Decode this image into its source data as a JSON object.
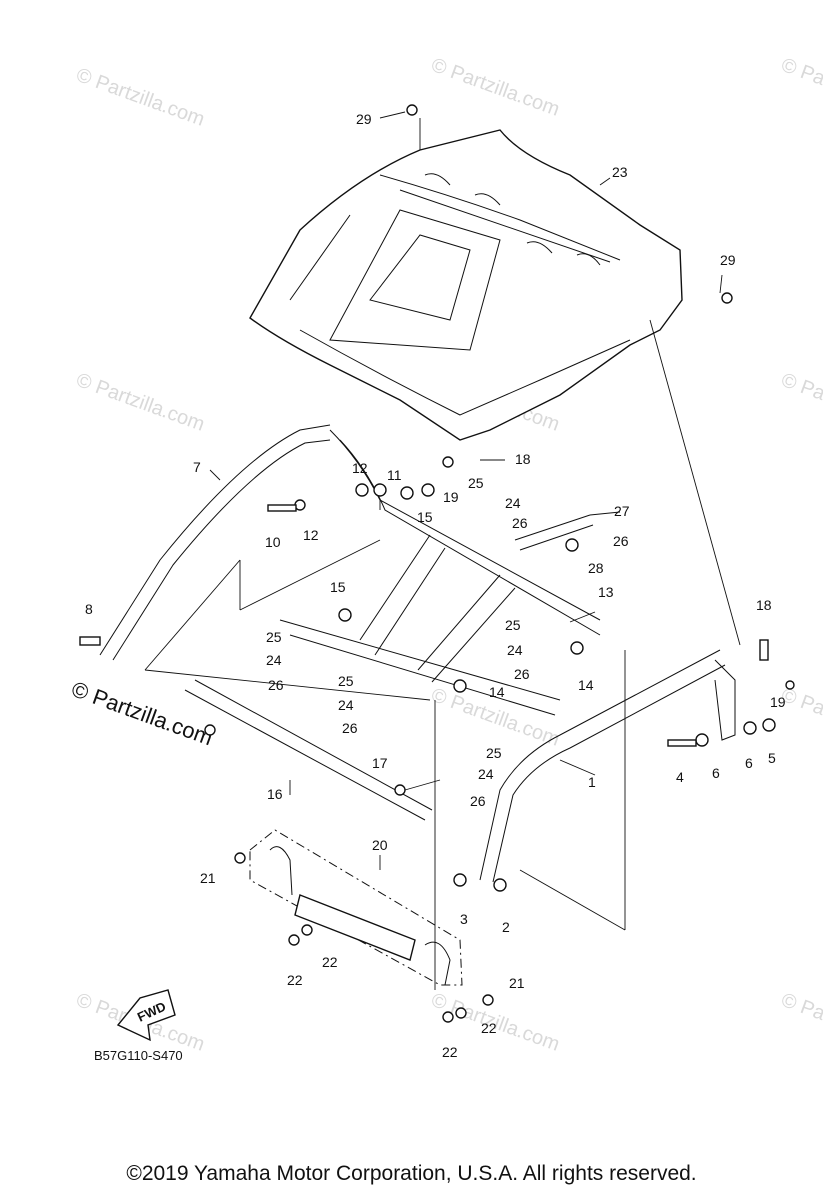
{
  "watermark": {
    "text": "© Partzilla.com",
    "prominent_text": "© Partzilla.com"
  },
  "diagram_code": "B57G110-S470",
  "fwd_label": "FWD",
  "copyright": "©2019 Yamaha Motor Corporation, U.S.A. All rights reserved.",
  "callouts": {
    "c29a": "29",
    "c29b": "29",
    "c23": "23",
    "c7": "7",
    "c18a": "18",
    "c12a": "12",
    "c11": "11",
    "c19a": "19",
    "c25a": "25",
    "c24a": "24",
    "c26a": "26",
    "c27": "27",
    "c26b": "26",
    "c28": "28",
    "c10": "10",
    "c12b": "12",
    "c15a": "15",
    "c13": "13",
    "c15b": "15",
    "c8": "8",
    "c25b": "25",
    "c24b": "24",
    "c26c": "26",
    "c25c": "25",
    "c24c": "24",
    "c26d": "26",
    "c25d": "25",
    "c24d": "24",
    "c26e": "26",
    "c14a": "14",
    "c18b": "18",
    "c19b": "19",
    "c14b": "14",
    "c25e": "25",
    "c24e": "24",
    "c26f": "26",
    "c4": "4",
    "c6a": "6",
    "c6b": "6",
    "c5": "5",
    "c1": "1",
    "c16": "16",
    "c17": "17",
    "c20": "20",
    "c21a": "21",
    "c3": "3",
    "c2": "2",
    "c22a": "22",
    "c22b": "22",
    "c21b": "21",
    "c22c": "22",
    "c22d": "22"
  }
}
